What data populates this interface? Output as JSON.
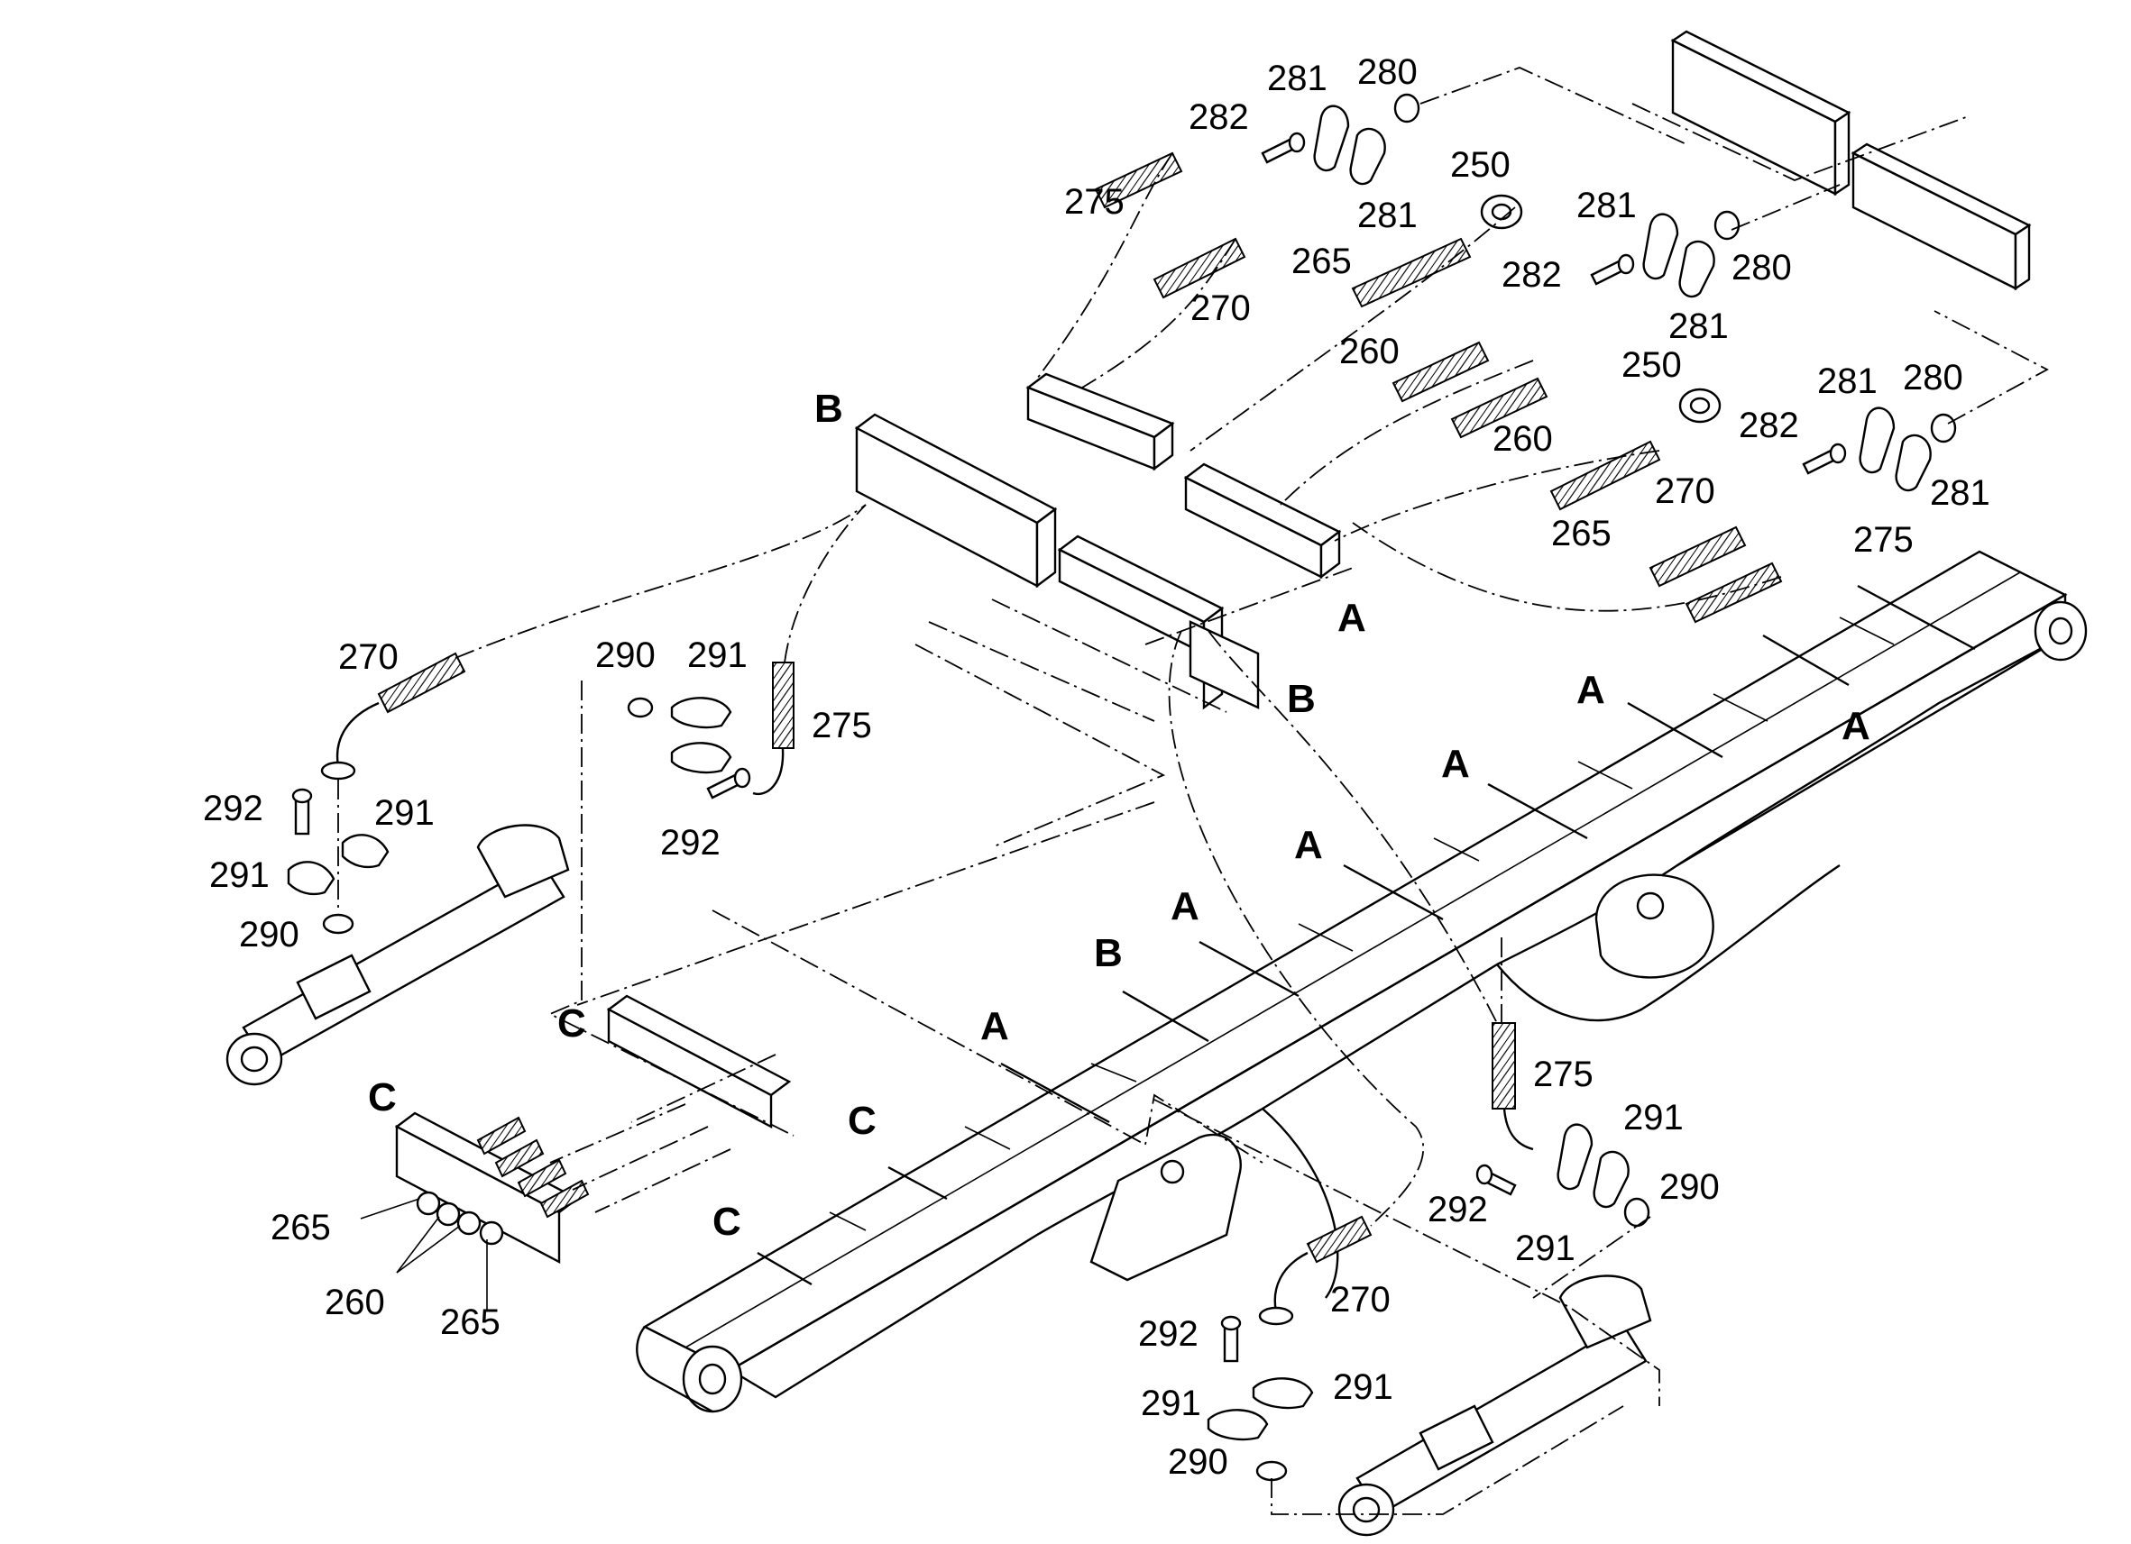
{
  "labels": [
    {
      "id": "l280a",
      "text": "280"
    },
    {
      "id": "l281a",
      "text": "281"
    },
    {
      "id": "l282a",
      "text": "282"
    },
    {
      "id": "l275a",
      "text": "275"
    },
    {
      "id": "l250a",
      "text": "250"
    },
    {
      "id": "l281b",
      "text": "281"
    },
    {
      "id": "l265a",
      "text": "265"
    },
    {
      "id": "l270a",
      "text": "270"
    },
    {
      "id": "l281c",
      "text": "281"
    },
    {
      "id": "l282b",
      "text": "282"
    },
    {
      "id": "l280b",
      "text": "280"
    },
    {
      "id": "l281d",
      "text": "281"
    },
    {
      "id": "l260a",
      "text": "260"
    },
    {
      "id": "l250b",
      "text": "250"
    },
    {
      "id": "l260b",
      "text": "260"
    },
    {
      "id": "l281e",
      "text": "281"
    },
    {
      "id": "l280c",
      "text": "280"
    },
    {
      "id": "l282c",
      "text": "282"
    },
    {
      "id": "l281f",
      "text": "281"
    },
    {
      "id": "l265b",
      "text": "265"
    },
    {
      "id": "l270b",
      "text": "270"
    },
    {
      "id": "l275b",
      "text": "275"
    },
    {
      "id": "l270c",
      "text": "270"
    },
    {
      "id": "l290a",
      "text": "290"
    },
    {
      "id": "l291a",
      "text": "291"
    },
    {
      "id": "l275c",
      "text": "275"
    },
    {
      "id": "l292a",
      "text": "292"
    },
    {
      "id": "l291b",
      "text": "291"
    },
    {
      "id": "l291c",
      "text": "291"
    },
    {
      "id": "l292b",
      "text": "292"
    },
    {
      "id": "l290b",
      "text": "290"
    },
    {
      "id": "l265c",
      "text": "265"
    },
    {
      "id": "l260c",
      "text": "260"
    },
    {
      "id": "l265d",
      "text": "265"
    },
    {
      "id": "l275d",
      "text": "275"
    },
    {
      "id": "l291d",
      "text": "291"
    },
    {
      "id": "l290c",
      "text": "290"
    },
    {
      "id": "l292c",
      "text": "292"
    },
    {
      "id": "l291e",
      "text": "291"
    },
    {
      "id": "l270d",
      "text": "270"
    },
    {
      "id": "l292d",
      "text": "292"
    },
    {
      "id": "l291f",
      "text": "291"
    },
    {
      "id": "l291g",
      "text": "291"
    },
    {
      "id": "l290d",
      "text": "290"
    }
  ],
  "sections": [
    {
      "id": "sB1",
      "text": "B"
    },
    {
      "id": "sA1",
      "text": "A"
    },
    {
      "id": "sB2",
      "text": "B"
    },
    {
      "id": "sA2",
      "text": "A"
    },
    {
      "id": "sA3",
      "text": "A"
    },
    {
      "id": "sA4",
      "text": "A"
    },
    {
      "id": "sA5",
      "text": "A"
    },
    {
      "id": "sA6",
      "text": "A"
    },
    {
      "id": "sB3",
      "text": "B"
    },
    {
      "id": "sA7",
      "text": "A"
    },
    {
      "id": "sC1",
      "text": "C"
    },
    {
      "id": "sC2",
      "text": "C"
    },
    {
      "id": "sC3",
      "text": "C"
    },
    {
      "id": "sC4",
      "text": "C"
    }
  ]
}
